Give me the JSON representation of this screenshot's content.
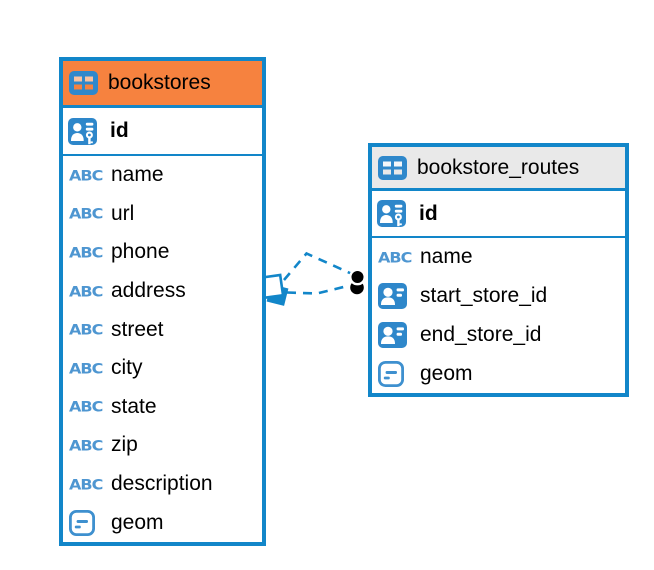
{
  "canvas": {
    "background": "#FFFFFF",
    "accent_blue": "#1286C9",
    "icon_blue": "#2F88CB",
    "endpoint_black": "#000000"
  },
  "glyphs": {
    "text_type": "ABC"
  },
  "tables": [
    {
      "title": "bookstores",
      "header_color": "#F6823F",
      "columns": [
        {
          "label": "id",
          "type": "primary-key"
        },
        {
          "label": "name",
          "type": "text"
        },
        {
          "label": "url",
          "type": "text"
        },
        {
          "label": "phone",
          "type": "text"
        },
        {
          "label": "address",
          "type": "text"
        },
        {
          "label": "street",
          "type": "text"
        },
        {
          "label": "city",
          "type": "text"
        },
        {
          "label": "state",
          "type": "text"
        },
        {
          "label": "zip",
          "type": "text"
        },
        {
          "label": "description",
          "type": "text"
        },
        {
          "label": "geom",
          "type": "geometry"
        }
      ]
    },
    {
      "title": "bookstore_routes",
      "header_color": "#E9E9E9",
      "columns": [
        {
          "label": "id",
          "type": "primary-key"
        },
        {
          "label": "name",
          "type": "text"
        },
        {
          "label": "start_store_id",
          "type": "foreign-key"
        },
        {
          "label": "end_store_id",
          "type": "foreign-key"
        },
        {
          "label": "geom",
          "type": "geometry"
        }
      ]
    }
  ],
  "relationships": [
    {
      "from": "bookstores",
      "to": "bookstore_routes",
      "style": "dashed",
      "color": "#1286C9"
    },
    {
      "from": "bookstores",
      "to": "bookstore_routes",
      "style": "dashed",
      "color": "#1286C9"
    }
  ]
}
